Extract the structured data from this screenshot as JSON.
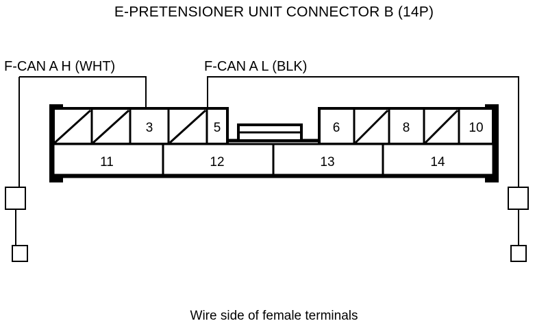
{
  "title": "E-PRETENSIONER UNIT CONNECTOR B (14P)",
  "caption": "Wire side of female terminals",
  "colors": {
    "ink": "#000000",
    "background": "#ffffff"
  },
  "labels": {
    "left": {
      "text": "F-CAN A H (WHT)",
      "signal": "F-CAN A H",
      "wire_color": "WHT",
      "pin": "3"
    },
    "right": {
      "text": "F-CAN A L (BLK)",
      "signal": "F-CAN A L",
      "wire_color": "BLK",
      "pin": "5"
    }
  },
  "connector": {
    "name": "E-PRETENSIONER UNIT CONNECTOR B",
    "pin_count": "14P",
    "top_row": [
      {
        "label": "",
        "hatched": true
      },
      {
        "label": "",
        "hatched": true
      },
      {
        "label": "3",
        "hatched": false
      },
      {
        "label": "",
        "hatched": true
      },
      {
        "label": "5",
        "hatched": false
      },
      {
        "label": "6",
        "hatched": false
      },
      {
        "label": "",
        "hatched": true
      },
      {
        "label": "8",
        "hatched": false
      },
      {
        "label": "",
        "hatched": true
      },
      {
        "label": "10",
        "hatched": false
      }
    ],
    "bottom_row": [
      {
        "label": "11"
      },
      {
        "label": "12"
      },
      {
        "label": "13"
      },
      {
        "label": "14"
      }
    ]
  }
}
